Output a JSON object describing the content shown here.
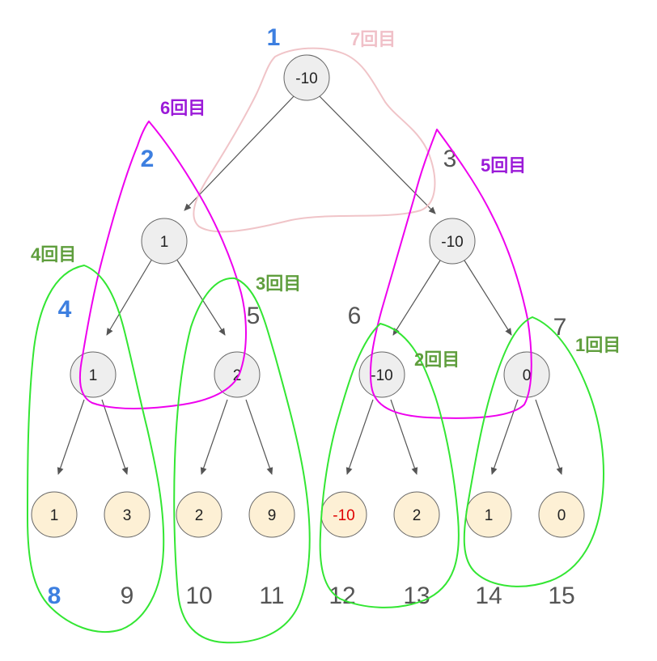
{
  "colors": {
    "internal_node_fill": "#eeeeee",
    "leaf_node_fill": "#fdf0d5",
    "node_stroke": "#666666",
    "edge": "#555555",
    "index_gray": "#555555",
    "index_blue": "#3d7fe0",
    "negative_leaf_text": "#e00000",
    "step_green": "#5f9e3d",
    "step_purple": "#9b1ad8",
    "step_pink": "#f0c0c8",
    "loop_green": "#33e633",
    "loop_magenta": "#ee00ee",
    "loop_pink": "#f0c4c8"
  },
  "nodes": [
    {
      "index": "1",
      "value": "-10",
      "kind": "internal",
      "index_color": "blue"
    },
    {
      "index": "2",
      "value": "1",
      "kind": "internal",
      "index_color": "blue"
    },
    {
      "index": "3",
      "value": "-10",
      "kind": "internal",
      "index_color": "gray"
    },
    {
      "index": "4",
      "value": "1",
      "kind": "internal",
      "index_color": "blue"
    },
    {
      "index": "5",
      "value": "2",
      "kind": "internal",
      "index_color": "gray"
    },
    {
      "index": "6",
      "value": "-10",
      "kind": "internal",
      "index_color": "gray"
    },
    {
      "index": "7",
      "value": "0",
      "kind": "internal",
      "index_color": "gray"
    },
    {
      "index": "8",
      "value": "1",
      "kind": "leaf",
      "index_color": "blue"
    },
    {
      "index": "9",
      "value": "3",
      "kind": "leaf",
      "index_color": "gray"
    },
    {
      "index": "10",
      "value": "2",
      "kind": "leaf",
      "index_color": "gray"
    },
    {
      "index": "11",
      "value": "9",
      "kind": "leaf",
      "index_color": "gray"
    },
    {
      "index": "12",
      "value": "-10",
      "kind": "leaf",
      "index_color": "gray",
      "value_color": "red"
    },
    {
      "index": "13",
      "value": "2",
      "kind": "leaf",
      "index_color": "gray"
    },
    {
      "index": "14",
      "value": "1",
      "kind": "leaf",
      "index_color": "gray"
    },
    {
      "index": "15",
      "value": "0",
      "kind": "leaf",
      "index_color": "gray"
    }
  ],
  "steps": [
    {
      "label": "1回目",
      "color": "green"
    },
    {
      "label": "2回目",
      "color": "green"
    },
    {
      "label": "3回目",
      "color": "green"
    },
    {
      "label": "4回目",
      "color": "green"
    },
    {
      "label": "5回目",
      "color": "purple"
    },
    {
      "label": "6回目",
      "color": "purple"
    },
    {
      "label": "7回目",
      "color": "pink"
    }
  ]
}
